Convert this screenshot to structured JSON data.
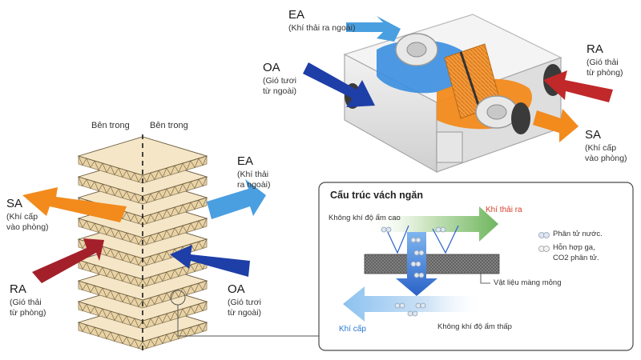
{
  "colors": {
    "ea_blue": "#4a9fe0",
    "oa_navy": "#1e3ea8",
    "ra_red": "#c0282a",
    "sa_orange": "#f28a1c",
    "plate": "#f5e6c8",
    "green_flow": "#7dbd6a",
    "membrane": "#6e6e6e"
  },
  "unit": {
    "ea": {
      "code": "EA",
      "desc": "(Khí thải ra ngoài)"
    },
    "oa": {
      "code": "OA",
      "desc_1": "(Gió tươi",
      "desc_2": "từ ngoài)"
    },
    "ra": {
      "code": "RA",
      "desc_1": "(Gió thải",
      "desc_2": "từ phòng)"
    },
    "sa": {
      "code": "SA",
      "desc_1": "(Khí cấp",
      "desc_2": "vào phòng)"
    }
  },
  "stack": {
    "inner_left": "Bên trong",
    "inner_right": "Bên trong",
    "ea": {
      "code": "EA",
      "desc_1": "(Khí thải",
      "desc_2": "ra ngoài)"
    },
    "sa": {
      "code": "SA",
      "desc_1": "(Khí cấp",
      "desc_2": "vào phòng)"
    },
    "ra": {
      "code": "RA",
      "desc_1": "(Gió thải",
      "desc_2": "từ phòng)"
    },
    "oa": {
      "code": "OA",
      "desc_1": "(Gió tươi",
      "desc_2": "từ ngoài)"
    }
  },
  "panel": {
    "title": "Cấu trúc vách ngăn",
    "high_humidity": "Không khí độ ẩm cao",
    "exhaust": "Khí thải ra",
    "membrane": "Vật liệu màng mỏng",
    "supply": "Khí cấp",
    "low_humidity": "Không khí độ ẩm thấp",
    "legend_water": "Phân tử nước.",
    "legend_mix_1": "Hỗn hợp ga,",
    "legend_mix_2": "CO2 phân tử."
  }
}
